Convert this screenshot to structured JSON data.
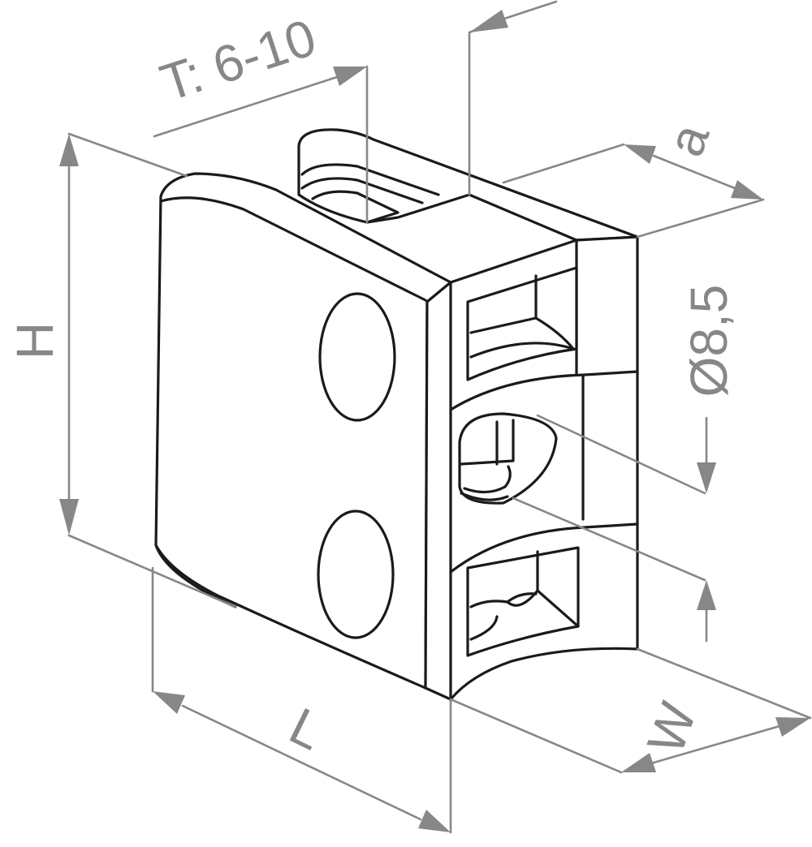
{
  "diagram": {
    "labels": {
      "thickness": "T: 6-10",
      "distance": "a",
      "hole_diameter": "Ø8,5",
      "height": "H",
      "length": "L",
      "width": "W"
    },
    "colors": {
      "part_stroke": "#1a1a1a",
      "dimension": "#878787",
      "background": "#ffffff"
    }
  }
}
